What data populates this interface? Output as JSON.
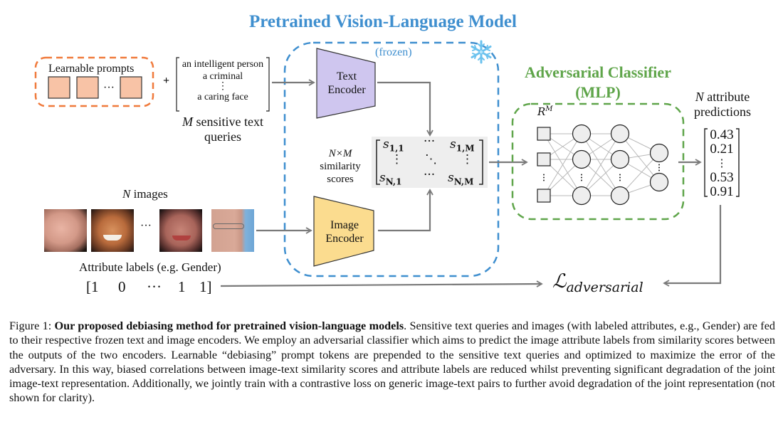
{
  "diagram": {
    "vlm_title": "Pretrained Vision-Language Model",
    "frozen_label": "(frozen)",
    "frozen_icon": "snowflake-icon",
    "learnable_prompts_label": "Learnable prompts",
    "prompt_ellipsis": "···",
    "plus_sign": "+",
    "text_queries": [
      "an intelligent person",
      "a criminal",
      "⋮",
      "a caring face"
    ],
    "text_queries_caption_var": "M",
    "text_queries_caption_line1": " sensitive text",
    "text_queries_caption_line2": "queries",
    "text_encoder_line1": "Text",
    "text_encoder_line2": "Encoder",
    "image_encoder_line1": "Image",
    "image_encoder_line2": "Encoder",
    "similarity_label_line1": "N×M",
    "similarity_label_line2": "similarity",
    "similarity_label_line3": "scores",
    "similarity_matrix": {
      "top_left": "s",
      "top_left_sub": "1,1",
      "top_mid": "···",
      "top_right": "s",
      "top_right_sub": "1,M",
      "mid_left": "⋮",
      "mid_mid": "⋱",
      "mid_right": "⋮",
      "bot_left": "s",
      "bot_left_sub": "N,1",
      "bot_mid": "···",
      "bot_right": "s",
      "bot_right_sub": "N,M"
    },
    "images_label_var": "N",
    "images_label": " images",
    "images_ellipsis": "···",
    "attribute_labels_caption": "Attribute labels (e.g. Gender)",
    "attribute_labels": [
      "1",
      "0",
      "···",
      "1",
      "1"
    ],
    "classifier_title_line1": "Adversarial Classifier",
    "classifier_title_line2": "(MLP)",
    "input_space_label": "R",
    "input_space_sup": "M",
    "predictions_label_var": "N",
    "predictions_label_line1": " attribute",
    "predictions_label_line2": "predictions",
    "predictions": [
      "0.43",
      "0.21",
      "⋮",
      "0.53",
      "0.91"
    ],
    "loss_symbol": "ℒ",
    "loss_subscript": "adversarial",
    "colors": {
      "vlm_blue": "#3f8fcf",
      "classifier_green": "#5fa54a",
      "prompt_orange": "#f07a3c",
      "prompt_fill": "#f8c3a6",
      "text_encoder_fill": "#cfc6ef",
      "image_encoder_fill": "#fbdc8f",
      "arrow_gray": "#7a7a7a",
      "matrix_bg": "#eeeeee",
      "node_fill": "#eeeeee"
    }
  },
  "caption": {
    "figure_label": "Figure 1: ",
    "bold_title": "Our proposed debiasing method for pretrained vision-language models",
    "body": ". Sensitive text queries and images (with labeled attributes, e.g., Gender) are fed to their respective frozen text and image encoders. We employ an adversarial classifier which aims to predict the image attribute labels from similarity scores between the outputs of the two encoders.  Learnable “debiasing” prompt tokens are prepended to the sensitive text queries and optimized to maximize the error of the adversary. In this way, biased correlations between image-text similarity scores and attribute labels are reduced whilst preventing significant degradation of the joint image-text representation. Additionally, we jointly train with a contrastive loss on generic image-text pairs to further avoid degradation of the joint representation (not shown for clarity)."
  }
}
